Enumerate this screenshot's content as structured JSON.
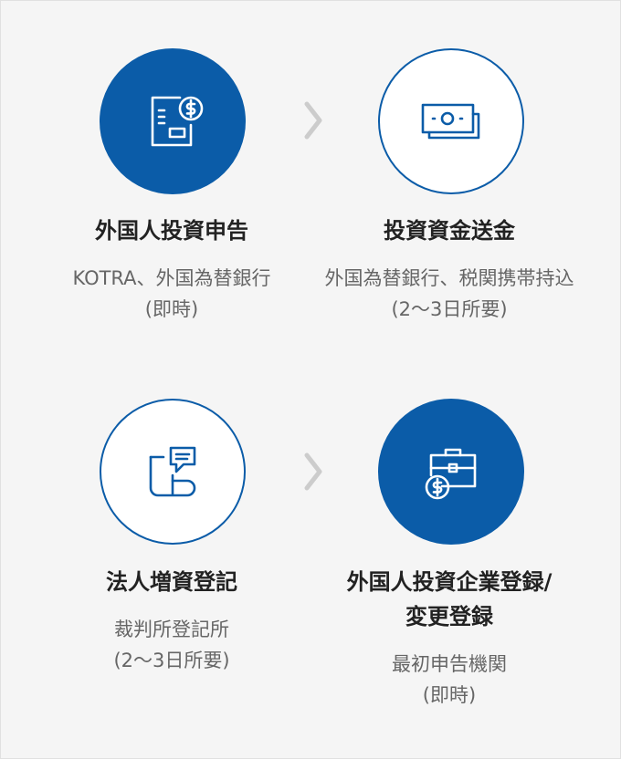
{
  "steps": [
    {
      "title_lines": [
        "外国人投資申告"
      ],
      "desc_lines": [
        "KOTRA、外国為替銀行",
        "(即時)"
      ],
      "icon": "investment-report-icon",
      "style": "filled"
    },
    {
      "title_lines": [
        "投資資金送金"
      ],
      "desc_lines": [
        "外国為替銀行、税関携帯持込",
        "(2〜3日所要)"
      ],
      "icon": "cash-transfer-icon",
      "style": "outline"
    },
    {
      "title_lines": [
        "法人増資登記"
      ],
      "desc_lines": [
        "裁判所登記所",
        "(2〜3日所要)"
      ],
      "icon": "registration-document-icon",
      "style": "outline"
    },
    {
      "title_lines": [
        "外国人投資企業登録/",
        "変更登録"
      ],
      "desc_lines": [
        "最初申告機関",
        "(即時)"
      ],
      "icon": "business-registration-icon",
      "style": "filled"
    }
  ],
  "colors": {
    "accent": "#0b5ca8",
    "background": "#f5f5f5",
    "title": "#222222",
    "description": "#666666",
    "chevron": "#cccccc"
  }
}
